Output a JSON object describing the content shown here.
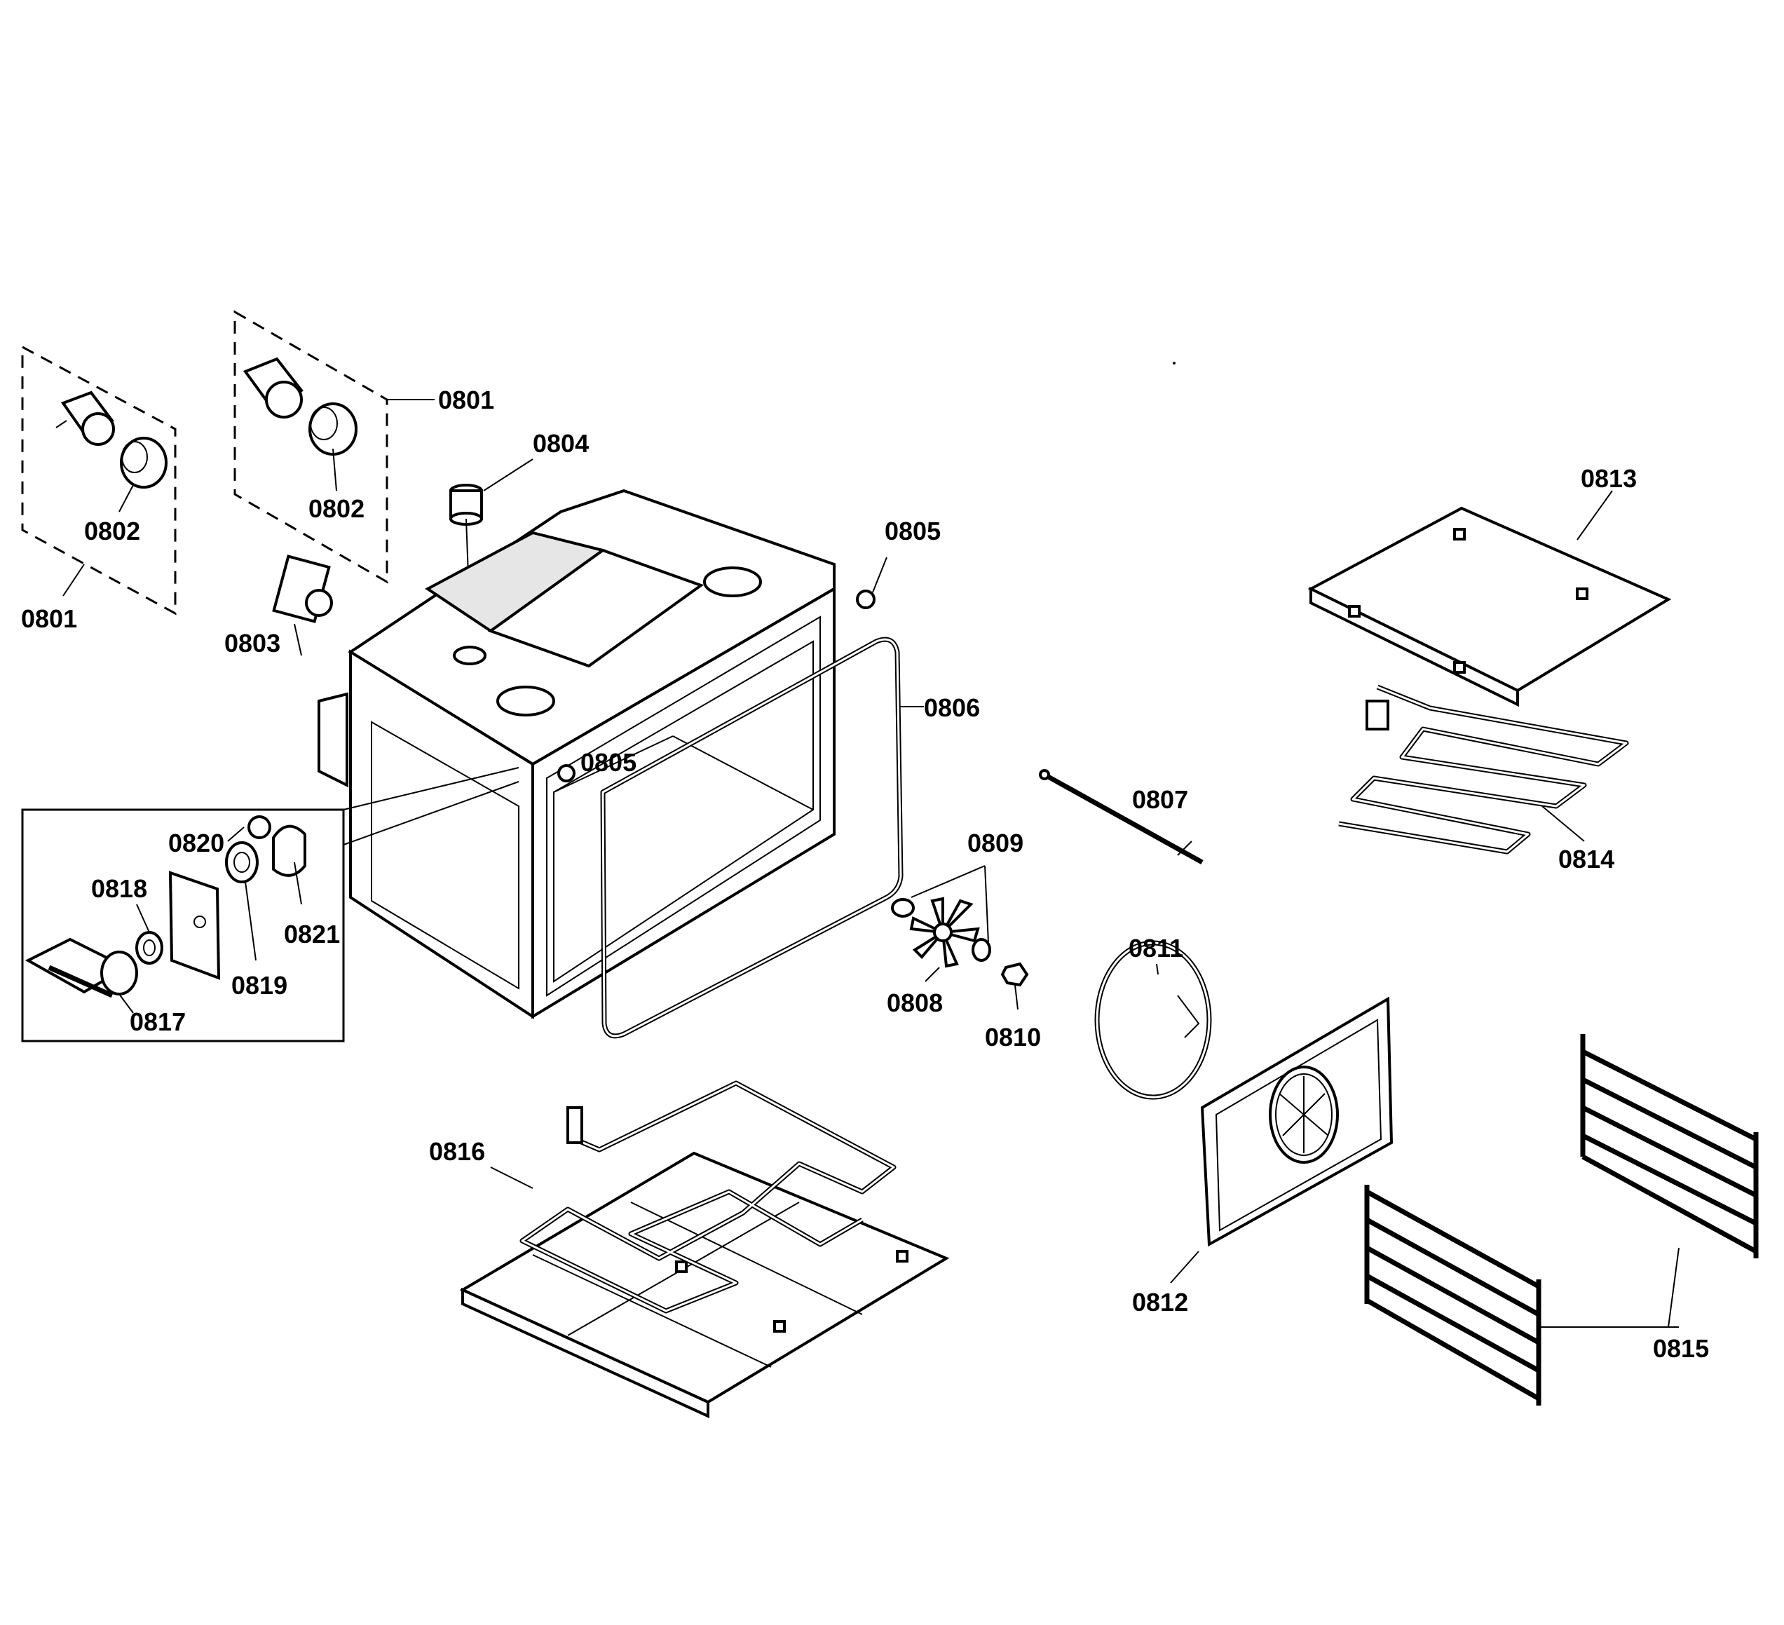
{
  "labels": {
    "l0801a": "0801",
    "l0802a": "0802",
    "l0801b": "0801",
    "l0802b": "0802",
    "l0803": "0803",
    "l0804": "0804",
    "l0805a": "0805",
    "l0805b": "0805",
    "l0806": "0806",
    "l0807": "0807",
    "l0808": "0808",
    "l0809": "0809",
    "l0810": "0810",
    "l0811": "0811",
    "l0812": "0812",
    "l0813": "0813",
    "l0814": "0814",
    "l0815": "0815",
    "l0816": "0816",
    "l0817": "0817",
    "l0818": "0818",
    "l0819": "0819",
    "l0820": "0820",
    "l0821": "0821"
  }
}
